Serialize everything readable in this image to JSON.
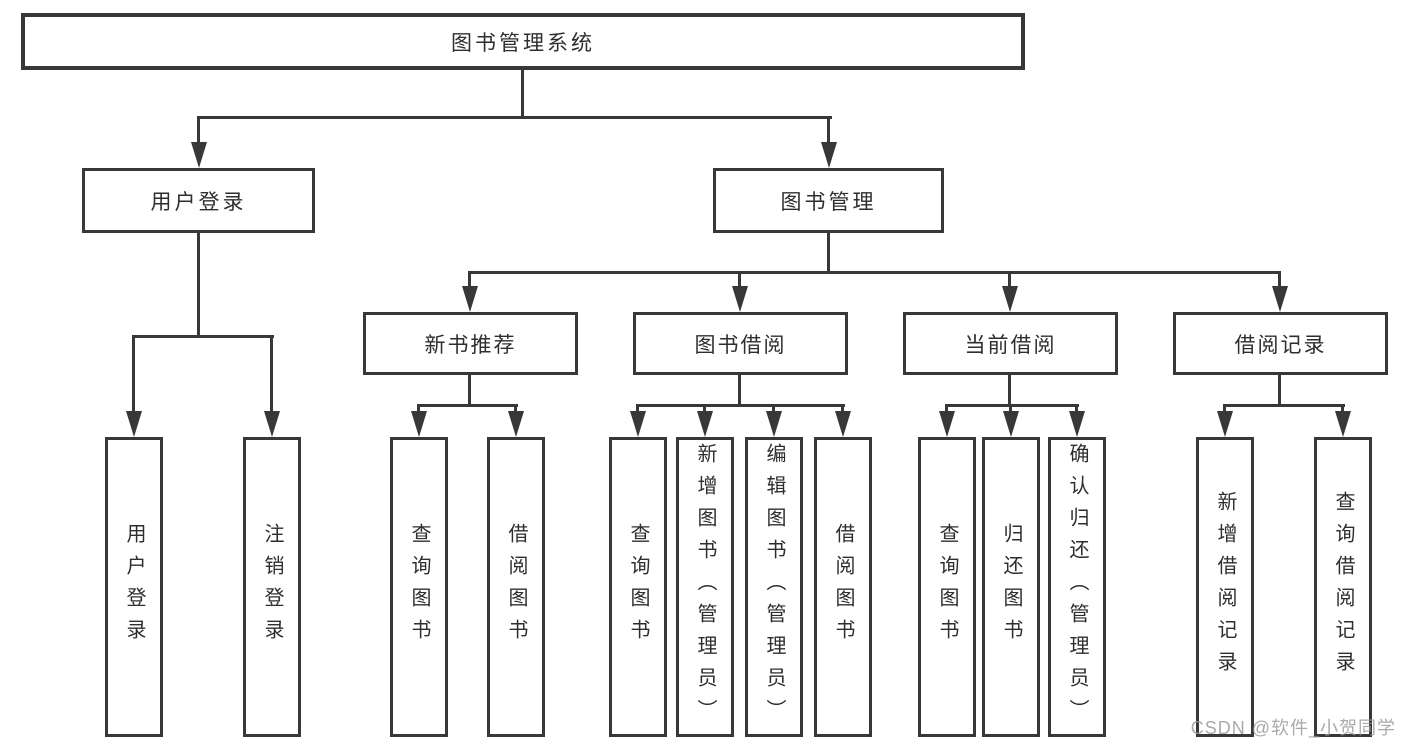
{
  "tree": {
    "label": "图书管理系统",
    "children": [
      {
        "label": "用户登录",
        "children": [
          {
            "label": "用户登录"
          },
          {
            "label": "注销登录"
          }
        ]
      },
      {
        "label": "图书管理",
        "children": [
          {
            "label": "新书推荐",
            "children": [
              {
                "label": "查询图书"
              },
              {
                "label": "借阅图书"
              }
            ]
          },
          {
            "label": "图书借阅",
            "children": [
              {
                "label": "查询图书"
              },
              {
                "label": "新增图书（管理员）"
              },
              {
                "label": "编辑图书（管理员）"
              },
              {
                "label": "借阅图书"
              }
            ]
          },
          {
            "label": "当前借阅",
            "children": [
              {
                "label": "查询图书"
              },
              {
                "label": "归还图书"
              },
              {
                "label": "确认归还（管理员）"
              }
            ]
          },
          {
            "label": "借阅记录",
            "children": [
              {
                "label": "新增借阅记录"
              },
              {
                "label": "查询借阅记录"
              }
            ]
          }
        ]
      }
    ]
  },
  "watermark": {
    "text": "CSDN @软件_小贺同学"
  },
  "colors": {
    "line": "#383838",
    "text": "#2e2e2e",
    "watermark": "#9b9b9b",
    "background": "#ffffff"
  }
}
